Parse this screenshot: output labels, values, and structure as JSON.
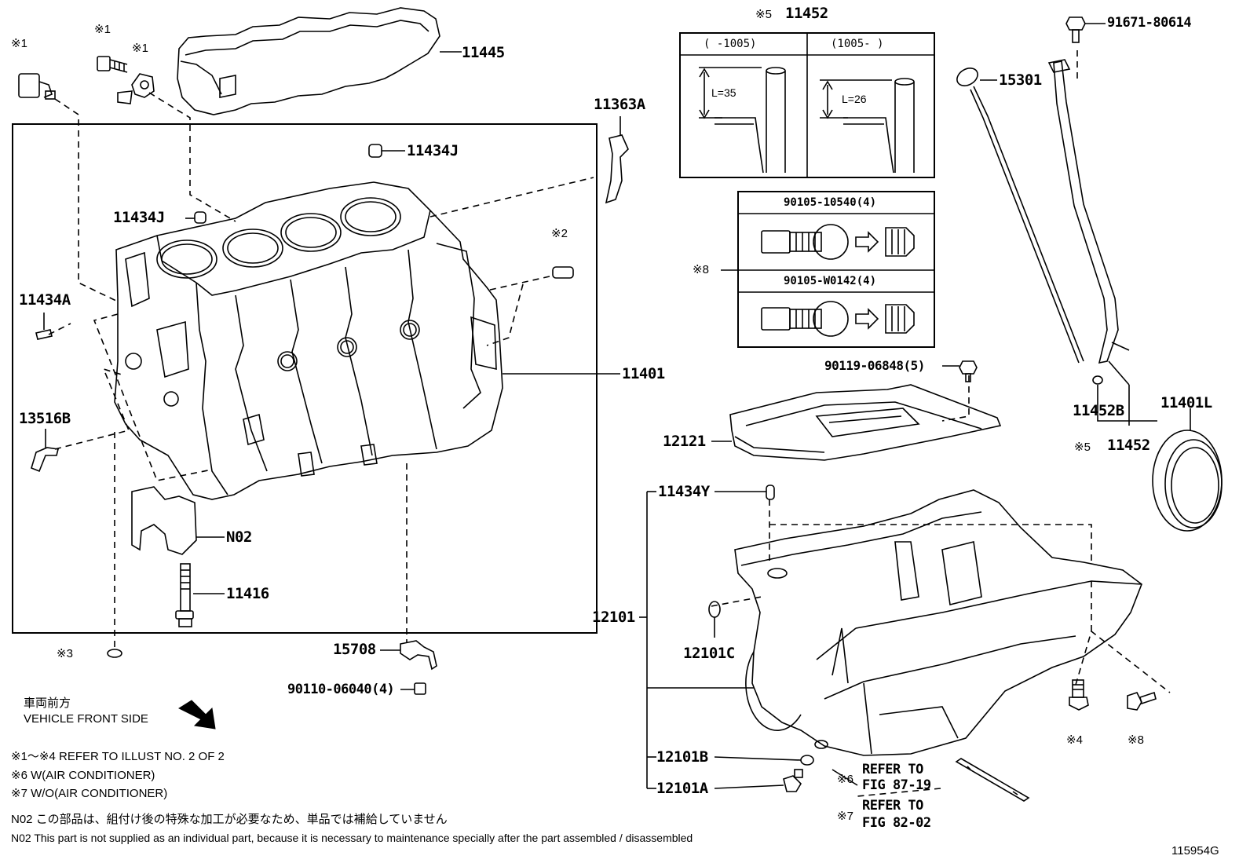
{
  "diagram_id": "115954G",
  "labels": {
    "l11445": "11445",
    "l11363a": "11363A",
    "l11434j_top": "11434J",
    "l11434j_left": "11434J",
    "l11434a": "11434A",
    "l13516b": "13516B",
    "l11401": "11401",
    "lN02": "N02",
    "l11416": "11416",
    "l15708": "15708",
    "l90110": "90110-06040(4)",
    "l11452_top": "11452",
    "l15301": "15301",
    "l91671": "91671-80614",
    "l90119": "90119-06848(5)",
    "l12121": "12121",
    "l11452b": "11452B",
    "l11401l": "11401L",
    "l11452_bottom": "11452",
    "l11434y": "11434Y",
    "l12101": "12101",
    "l12101c": "12101C",
    "l12101b": "12101B",
    "l12101a": "12101A",
    "l90105_a": "90105-10540(4)",
    "l90105_b": "90105-W0142(4)"
  },
  "markers": {
    "m1a": "※1",
    "m1b": "※1",
    "m1c": "※1",
    "m2": "※2",
    "m3": "※3",
    "m4": "※4",
    "m5_top": "※5",
    "m5_bottom": "※5",
    "m6": "※6",
    "m7": "※7",
    "m8_table": "※8",
    "m8_bolt": "※8"
  },
  "table_11452": {
    "col1": "(     -1005)",
    "col2": "(1005-     )",
    "len1": "L=35",
    "len2": "L=26"
  },
  "refer": {
    "ref6_line1": "REFER TO",
    "ref6_line2": "FIG 87-19",
    "ref7_line1": "REFER TO",
    "ref7_line2": "FIG 82-02"
  },
  "notes": {
    "front_jp": "車両前方",
    "front_en": "VEHICLE FRONT SIDE",
    "note1": "※1～※4  REFER TO ILLUST NO. 2 OF 2",
    "note6": "※6 W(AIR CONDITIONER)",
    "note7": "※7 W/O(AIR CONDITIONER)",
    "n02_jp": "N02  この部品は、組付け後の特殊な加工が必要なため、単品では補給していません",
    "n02_en": "N02  This part is not supplied as an individual part, because it is necessary to maintenance specially after the part assembled / disassembled"
  }
}
